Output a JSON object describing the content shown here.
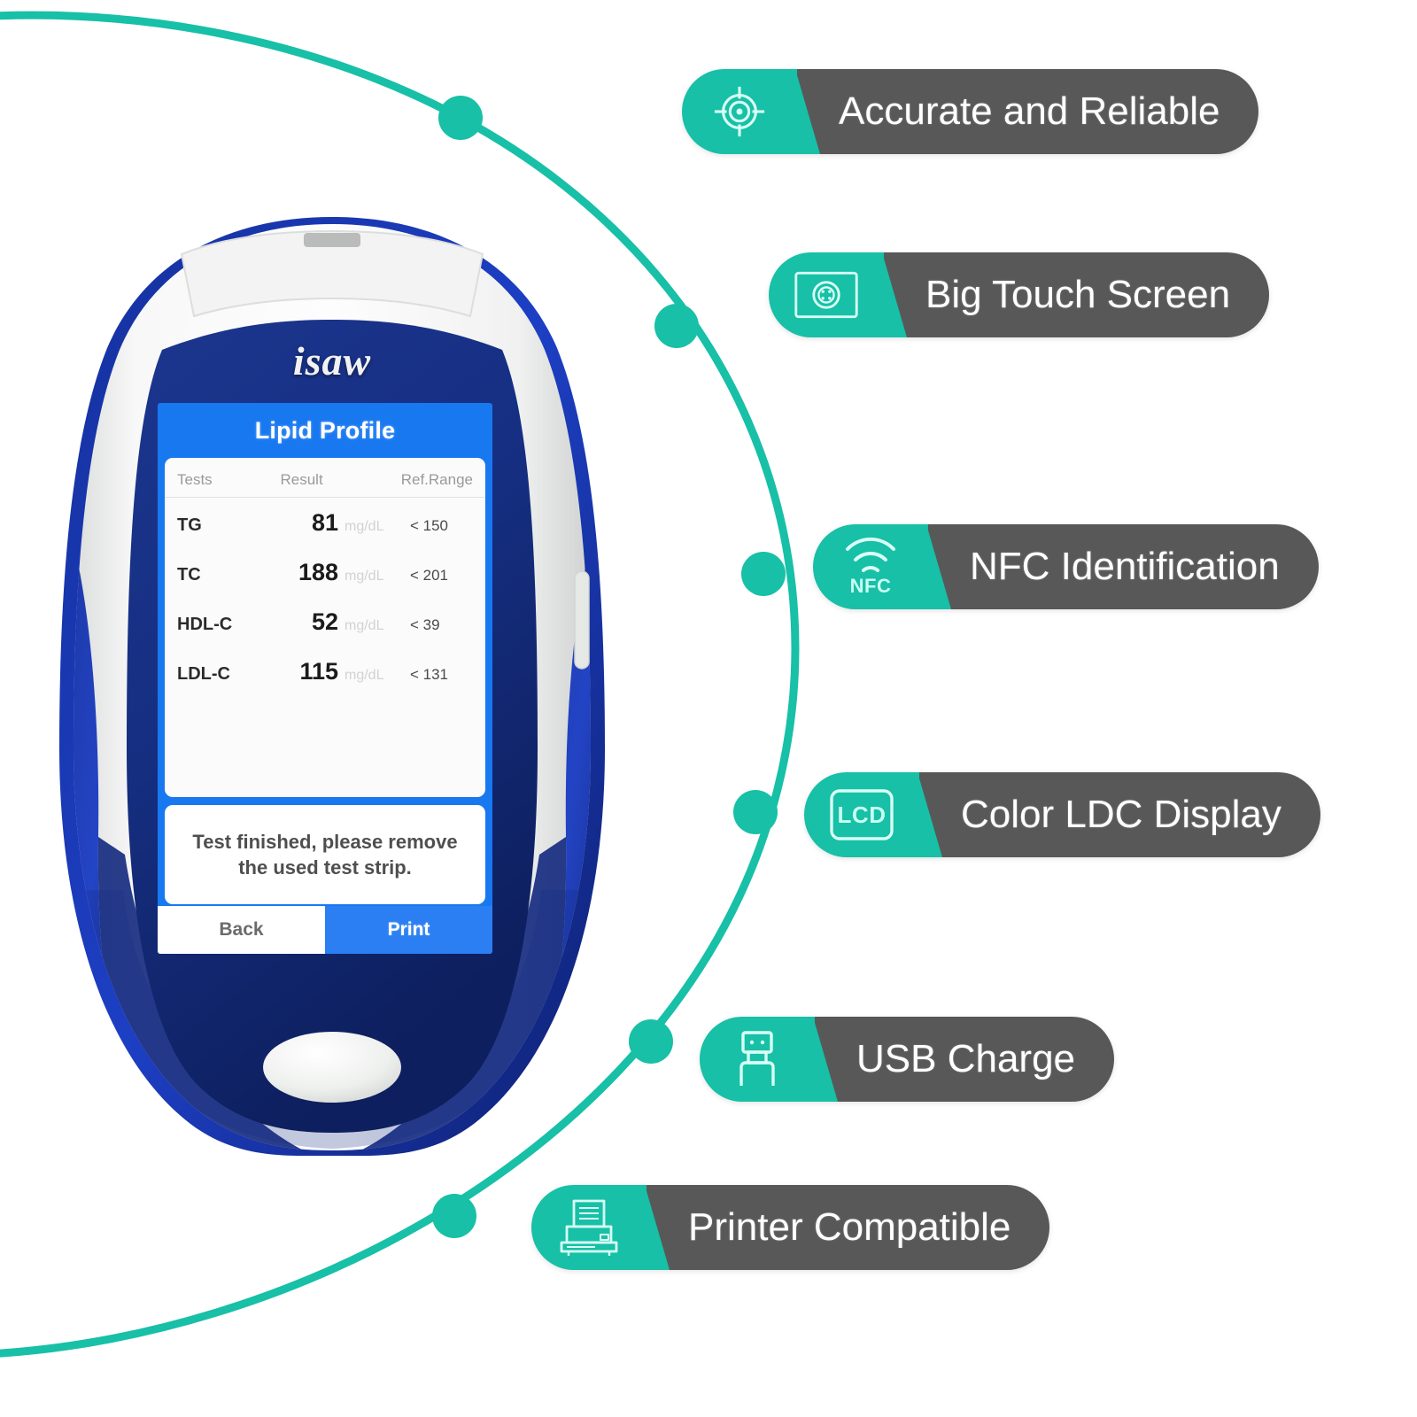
{
  "device": {
    "brand": "isaw",
    "screen": {
      "title": "Lipid Profile",
      "table": {
        "headers": [
          "Tests",
          "Result",
          "Ref.Range"
        ],
        "rows": [
          {
            "test": "TG",
            "result": "81",
            "unit": "mg/dL",
            "range": "< 150"
          },
          {
            "test": "TC",
            "result": "188",
            "unit": "mg/dL",
            "range": "< 201"
          },
          {
            "test": "HDL-C",
            "result": "52",
            "unit": "mg/dL",
            "range": "< 39"
          },
          {
            "test": "LDL-C",
            "result": "115",
            "unit": "mg/dL",
            "range": "< 131"
          }
        ]
      },
      "message": "Test finished, please remove the used test strip.",
      "buttons": {
        "back": "Back",
        "print": "Print"
      }
    }
  },
  "features": [
    {
      "label": "Accurate and Reliable",
      "icon": "target-crosshair-icon"
    },
    {
      "label": "Big Touch Screen",
      "icon": "touch-screen-icon"
    },
    {
      "label": "NFC Identification",
      "icon": "nfc-icon",
      "icon_text": "NFC"
    },
    {
      "label": "Color LDC Display",
      "icon": "lcd-icon",
      "icon_text": "LCD"
    },
    {
      "label": "USB Charge",
      "icon": "usb-plug-icon"
    },
    {
      "label": "Printer Compatible",
      "icon": "printer-icon"
    }
  ],
  "colors": {
    "accent_teal": "#17c0a6",
    "pill_gray": "#585858",
    "screen_blue": "#1878f0",
    "bezel_navy": "#15307e",
    "body_white": "#f4f4f2",
    "edge_blue": "#1d35a8"
  }
}
